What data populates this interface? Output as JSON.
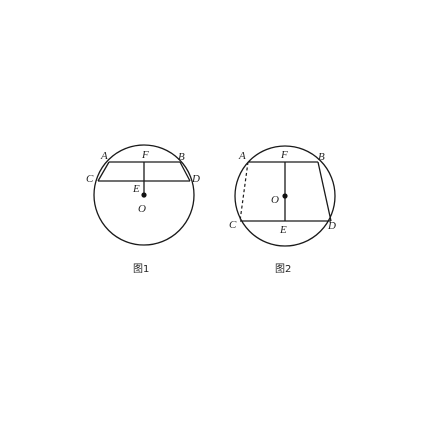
{
  "figures": [
    {
      "caption": "图1",
      "labels": {
        "A": "A",
        "B": "B",
        "C": "C",
        "D": "D",
        "E": "E",
        "F": "F",
        "O": "O"
      }
    },
    {
      "caption": "图2",
      "labels": {
        "A": "A",
        "B": "B",
        "C": "C",
        "D": "D",
        "E": "E",
        "F": "F",
        "O": "O"
      }
    }
  ]
}
